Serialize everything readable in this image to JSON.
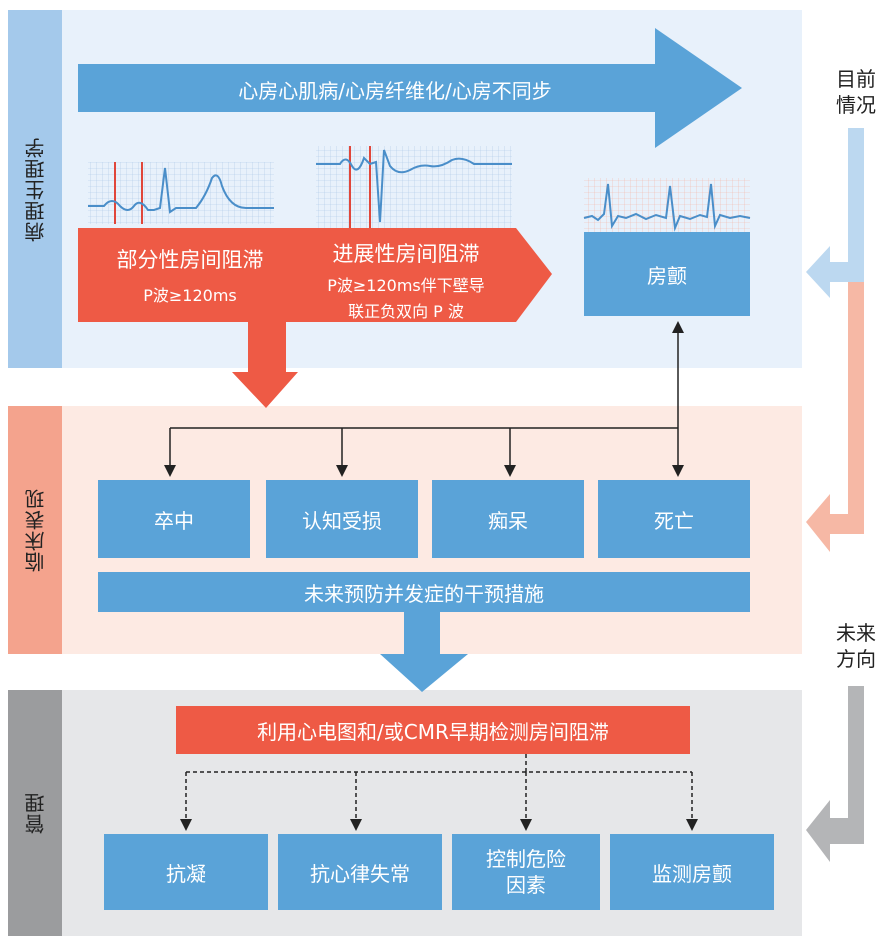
{
  "sections": {
    "pathophysiology": "病理生理学",
    "clinical": "临床表现",
    "management": "管理"
  },
  "top_arrow": "心房心肌病/心房纤维化/心房不同步",
  "partial_block": {
    "title": "部分性房间阻滞",
    "detail": "P波≥120ms"
  },
  "advanced_block": {
    "title": "进展性房间阻滞",
    "detail_line1": "P波≥120ms伴下壁导",
    "detail_line2": "联正负双向 P 波"
  },
  "af": "房颤",
  "outcomes": [
    "卒中",
    "认知受损",
    "痴呆",
    "死亡"
  ],
  "prevention": "未来预防并发症的干预措施",
  "detection": "利用心电图和/或CMR早期检测房间阻滞",
  "management_items": [
    "抗凝",
    "抗心律失常",
    "控制危险",
    "因素",
    "监测房颤"
  ],
  "right_labels": {
    "current_1": "目前",
    "current_2": "情况",
    "future_1": "未来",
    "future_2": "方向"
  },
  "colors": {
    "blue": "#5aa3d8",
    "red": "#ee5a45",
    "pathophysiology_bg": "#e8f1fb",
    "clinical_bg": "#fdeae3",
    "management_bg": "#e6e7e9"
  }
}
